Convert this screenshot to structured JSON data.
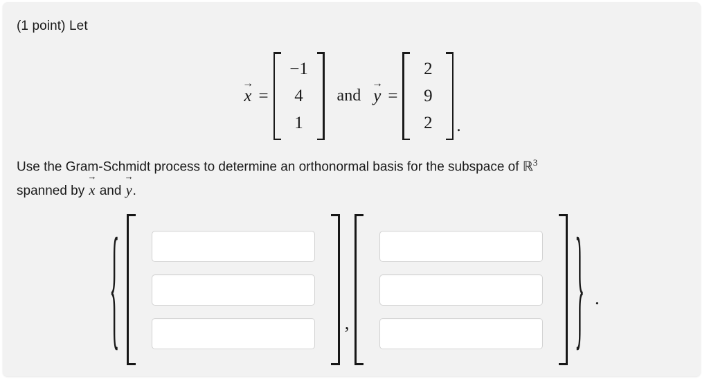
{
  "problem": {
    "points_label": "(1 point) Let",
    "given": {
      "x_name": "x",
      "x_arrow": "→",
      "equals": "=",
      "x_vector": [
        "−1",
        "4",
        "1"
      ],
      "conjunction": "and",
      "y_name": "y",
      "y_arrow": "→",
      "y_vector": [
        "2",
        "9",
        "2"
      ],
      "period": "."
    },
    "instruction": {
      "text_before": "Use the Gram-Schmidt process to determine an orthonormal basis for the subspace of",
      "space_symbol": "ℝ",
      "space_exponent": "3",
      "text_middle": "spanned by",
      "vec1": "x",
      "text_and": "and",
      "vec2": "y",
      "text_end": "."
    }
  },
  "answer": {
    "open_brace": "{",
    "close_brace": "}",
    "separator": ",",
    "trailing_period": ".",
    "vectors": [
      {
        "label": "basis-vector-1",
        "fields": [
          {
            "name": "answer-field-1-1",
            "value": "",
            "placeholder": ""
          },
          {
            "name": "answer-field-1-2",
            "value": "",
            "placeholder": ""
          },
          {
            "name": "answer-field-1-3",
            "value": "",
            "placeholder": ""
          }
        ]
      },
      {
        "label": "basis-vector-2",
        "fields": [
          {
            "name": "answer-field-2-1",
            "value": "",
            "placeholder": ""
          },
          {
            "name": "answer-field-2-2",
            "value": "",
            "placeholder": ""
          },
          {
            "name": "answer-field-2-3",
            "value": "",
            "placeholder": ""
          }
        ]
      }
    ]
  },
  "colors": {
    "panel_background": "#f2f2f2",
    "page_background": "#ffffff",
    "text": "#1a1a1a",
    "input_border": "#d3d3d3",
    "input_background": "#ffffff"
  }
}
